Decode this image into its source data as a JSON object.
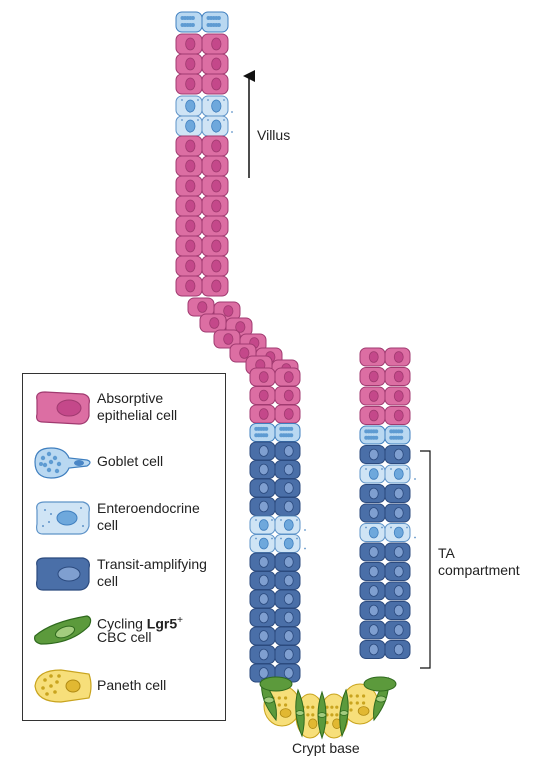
{
  "labels": {
    "villus": "Villus",
    "ta_compartment_line1": "TA",
    "ta_compartment_line2": "compartment",
    "crypt_base": "Crypt base"
  },
  "legend": {
    "items": [
      {
        "key": "absorptive",
        "line1": "Absorptive",
        "line2": "epithelial cell"
      },
      {
        "key": "goblet",
        "line1": "Goblet cell",
        "line2": ""
      },
      {
        "key": "enteroendocrine",
        "line1": "Enteroendocrine",
        "line2": "cell"
      },
      {
        "key": "transit",
        "line1": "Transit-amplifying",
        "line2": "cell"
      },
      {
        "key": "cbc",
        "line1_prefix": "Cycling ",
        "line1_bold": "Lgr5",
        "line1_sup": "+",
        "line2": "CBC cell"
      },
      {
        "key": "paneth",
        "line1": "Paneth cell",
        "line2": ""
      }
    ]
  },
  "colors": {
    "absorptive_fill": "#dc6ea3",
    "absorptive_stroke": "#a03a70",
    "absorptive_nucleus": "#c4488a",
    "goblet_fill": "#b9d8f1",
    "goblet_granule": "#5e9bd2",
    "entero_fill": "#cfe4f5",
    "entero_nucleus": "#6ea8dc",
    "ta_fill": "#4a6fa8",
    "ta_light": "#7f9fd0",
    "cbc_fill": "#5c9a3c",
    "cbc_light": "#a3cc7e",
    "paneth_fill": "#f7df7a",
    "paneth_granule": "#c9a41e"
  }
}
